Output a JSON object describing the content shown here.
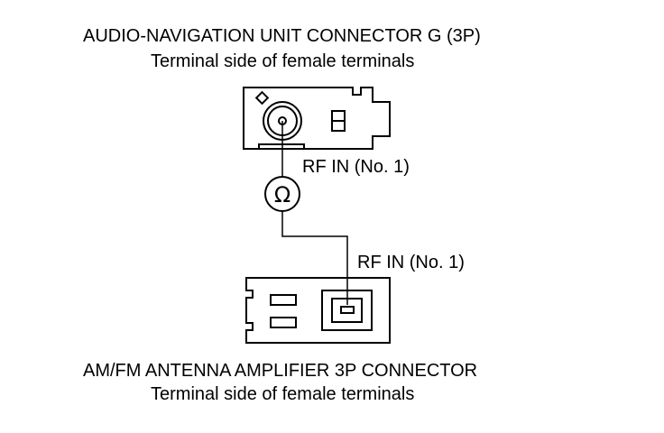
{
  "top_connector": {
    "title": "AUDIO-NAVIGATION UNIT CONNECTOR G (3P)",
    "subtitle": "Terminal side of female terminals",
    "terminal_label": "RF IN (No. 1)"
  },
  "meter": {
    "symbol": "Ω"
  },
  "bottom_connector": {
    "terminal_label": "RF IN (No. 1)",
    "title": "AM/FM ANTENNA AMPLIFIER 3P CONNECTOR",
    "subtitle": "Terminal side of female terminals"
  },
  "colors": {
    "line": "#000000",
    "background": "#ffffff"
  }
}
